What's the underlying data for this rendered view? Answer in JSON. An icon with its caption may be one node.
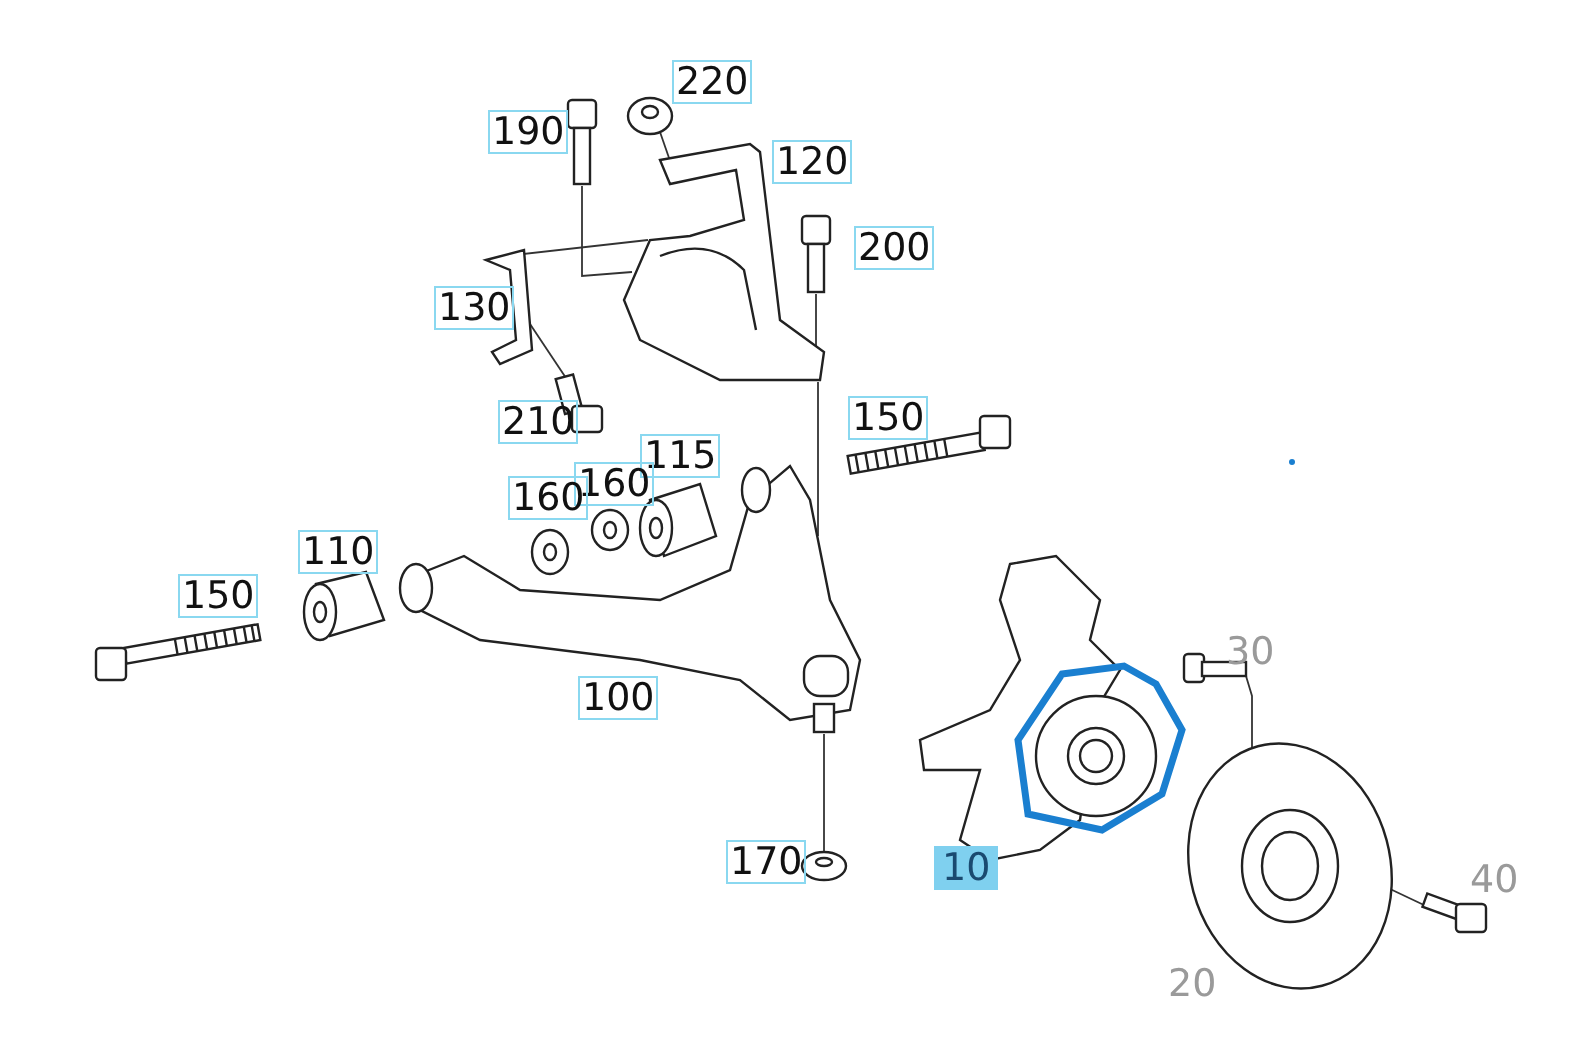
{
  "diagram": {
    "nodes": [
      {
        "text": [],
        "shape": "picture"
      },
      {
        "text": [],
        "shape": "picture"
      },
      {
        "text": [],
        "shape": "picture"
      },
      {
        "text": [],
        "shape": "picture"
      },
      {
        "text": [],
        "shape": "picture"
      },
      {
        "text": [],
        "shape": "picture"
      },
      {
        "text": [],
        "shape": "picture"
      },
      {
        "text": [],
        "shape": "picture"
      },
      {
        "text": [],
        "shape": "picture"
      },
      {
        "text": [],
        "shape": "picture"
      },
      {
        "text": [],
        "shape": "picture"
      },
      {
        "text": [],
        "shape": "picture"
      },
      {
        "text": [],
        "shape": "picture"
      },
      {
        "text": [],
        "shape": "picture"
      },
      {
        "text": [],
        "shape": "picture"
      },
      {
        "text": [],
        "shape": "picture"
      },
      {
        "text": [],
        "shape": "picture"
      },
      {
        "text": [],
        "shape": "picture"
      }
    ],
    "edges": [
      {
        "from": 0,
        "to": 2,
        "arrow": "none"
      },
      {
        "from": 1,
        "to": 2,
        "arrow": "none"
      },
      {
        "from": 4,
        "to": 2,
        "arrow": "none"
      },
      {
        "from": 5,
        "to": 4,
        "arrow": "none"
      },
      {
        "from": 3,
        "to": 2,
        "arrow": "none"
      },
      {
        "from": 2,
        "to": 12,
        "arrow": "none"
      },
      {
        "from": 13,
        "to": 12,
        "arrow": "none"
      },
      {
        "from": 15,
        "to": 16,
        "arrow": "none"
      },
      {
        "from": 17,
        "to": 16,
        "arrow": "none"
      }
    ],
    "labels": [
      "220",
      "190",
      "120",
      "200",
      "130",
      "210",
      "150",
      "115",
      "160",
      "160",
      "110",
      "150",
      "30",
      "100",
      "170",
      "10",
      "40",
      "20"
    ]
  }
}
